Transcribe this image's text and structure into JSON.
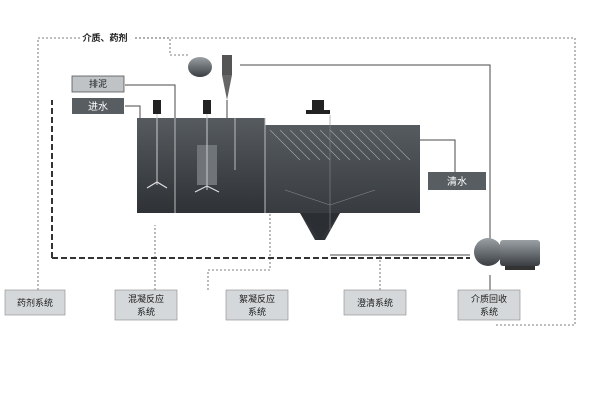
{
  "labels": {
    "chemicals_top": "介质、药剂",
    "sludge": "排泥",
    "inlet": "进水",
    "clear_water": "清水",
    "dosing_system": "药剂系统",
    "coag_line1": "混凝反应",
    "coag_line2": "系统",
    "floc_line1": "絮凝反应",
    "floc_line2": "系统",
    "clarify": "澄清系统",
    "recovery_line1": "介质回收",
    "recovery_line2": "系统"
  },
  "colors": {
    "tank": "#3f4448",
    "tank_dark": "#2b2f33",
    "box": "#585d61",
    "label_box": "#d9dcde",
    "line": "#444444"
  }
}
